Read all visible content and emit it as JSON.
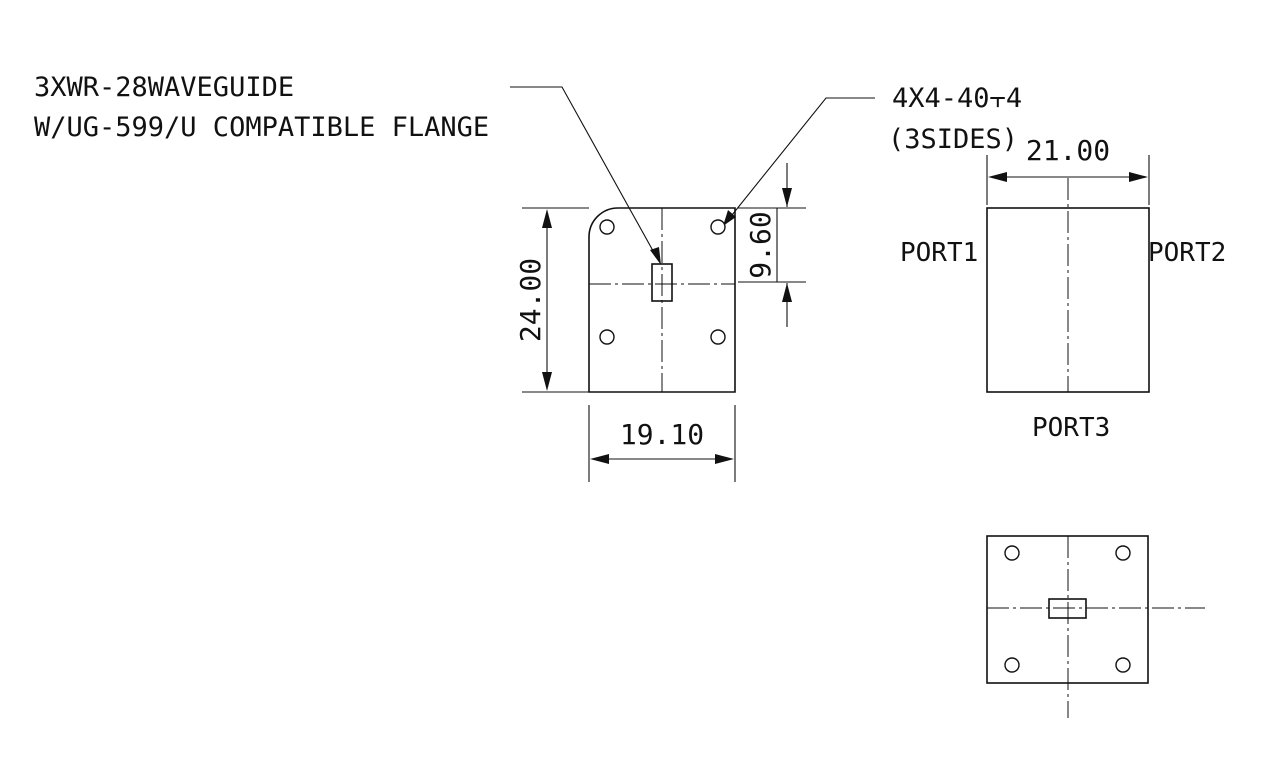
{
  "notes": {
    "waveguide_line1": "3XWR-28WAVEGUIDE",
    "waveguide_line2": "W/UG-599/U COMPATIBLE FLANGE",
    "tap_line1": "4X4-40⫟4",
    "tap_line2": "(3SIDES)"
  },
  "dimensions": {
    "height": "24.00",
    "width": "19.10",
    "offset": "9.60",
    "length": "21.00"
  },
  "ports": {
    "port1": "PORT1",
    "port2": "PORT2",
    "port3": "PORT3"
  }
}
